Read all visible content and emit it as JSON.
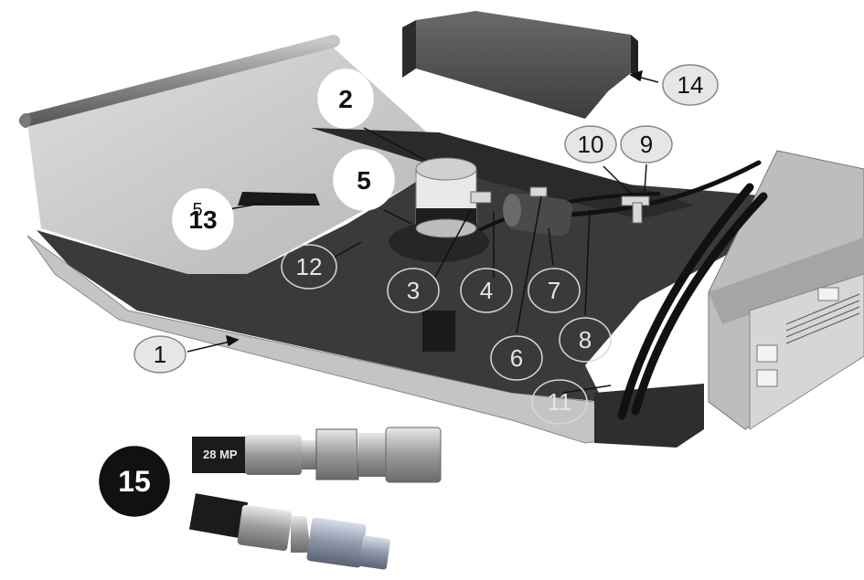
{
  "callouts": [
    {
      "id": "1",
      "label": "1",
      "style": "light"
    },
    {
      "id": "2",
      "label": "2",
      "style": "white"
    },
    {
      "id": "3",
      "label": "3",
      "style": "dark"
    },
    {
      "id": "4",
      "label": "4",
      "style": "dark"
    },
    {
      "id": "5",
      "label": "5",
      "style": "white"
    },
    {
      "id": "6",
      "label": "6",
      "style": "dark"
    },
    {
      "id": "7",
      "label": "7",
      "style": "dark"
    },
    {
      "id": "8",
      "label": "8",
      "style": "dark"
    },
    {
      "id": "9",
      "label": "9",
      "style": "light"
    },
    {
      "id": "10",
      "label": "10",
      "style": "light"
    },
    {
      "id": "11",
      "label": "11",
      "style": "dark"
    },
    {
      "id": "12",
      "label": "12",
      "style": "dark"
    },
    {
      "id": "13",
      "label": "13",
      "style": "white",
      "overprint": "5"
    },
    {
      "id": "14",
      "label": "14",
      "style": "light"
    },
    {
      "id": "15",
      "label": "15",
      "style": "black"
    }
  ],
  "hose_marking": "28 MP",
  "colors": {
    "background": "#ffffff",
    "pan_dark": "#3a3a3a",
    "pan_edge": "#b8b8b8",
    "callout_light": "#e6e6e6",
    "callout_black": "#111111"
  }
}
